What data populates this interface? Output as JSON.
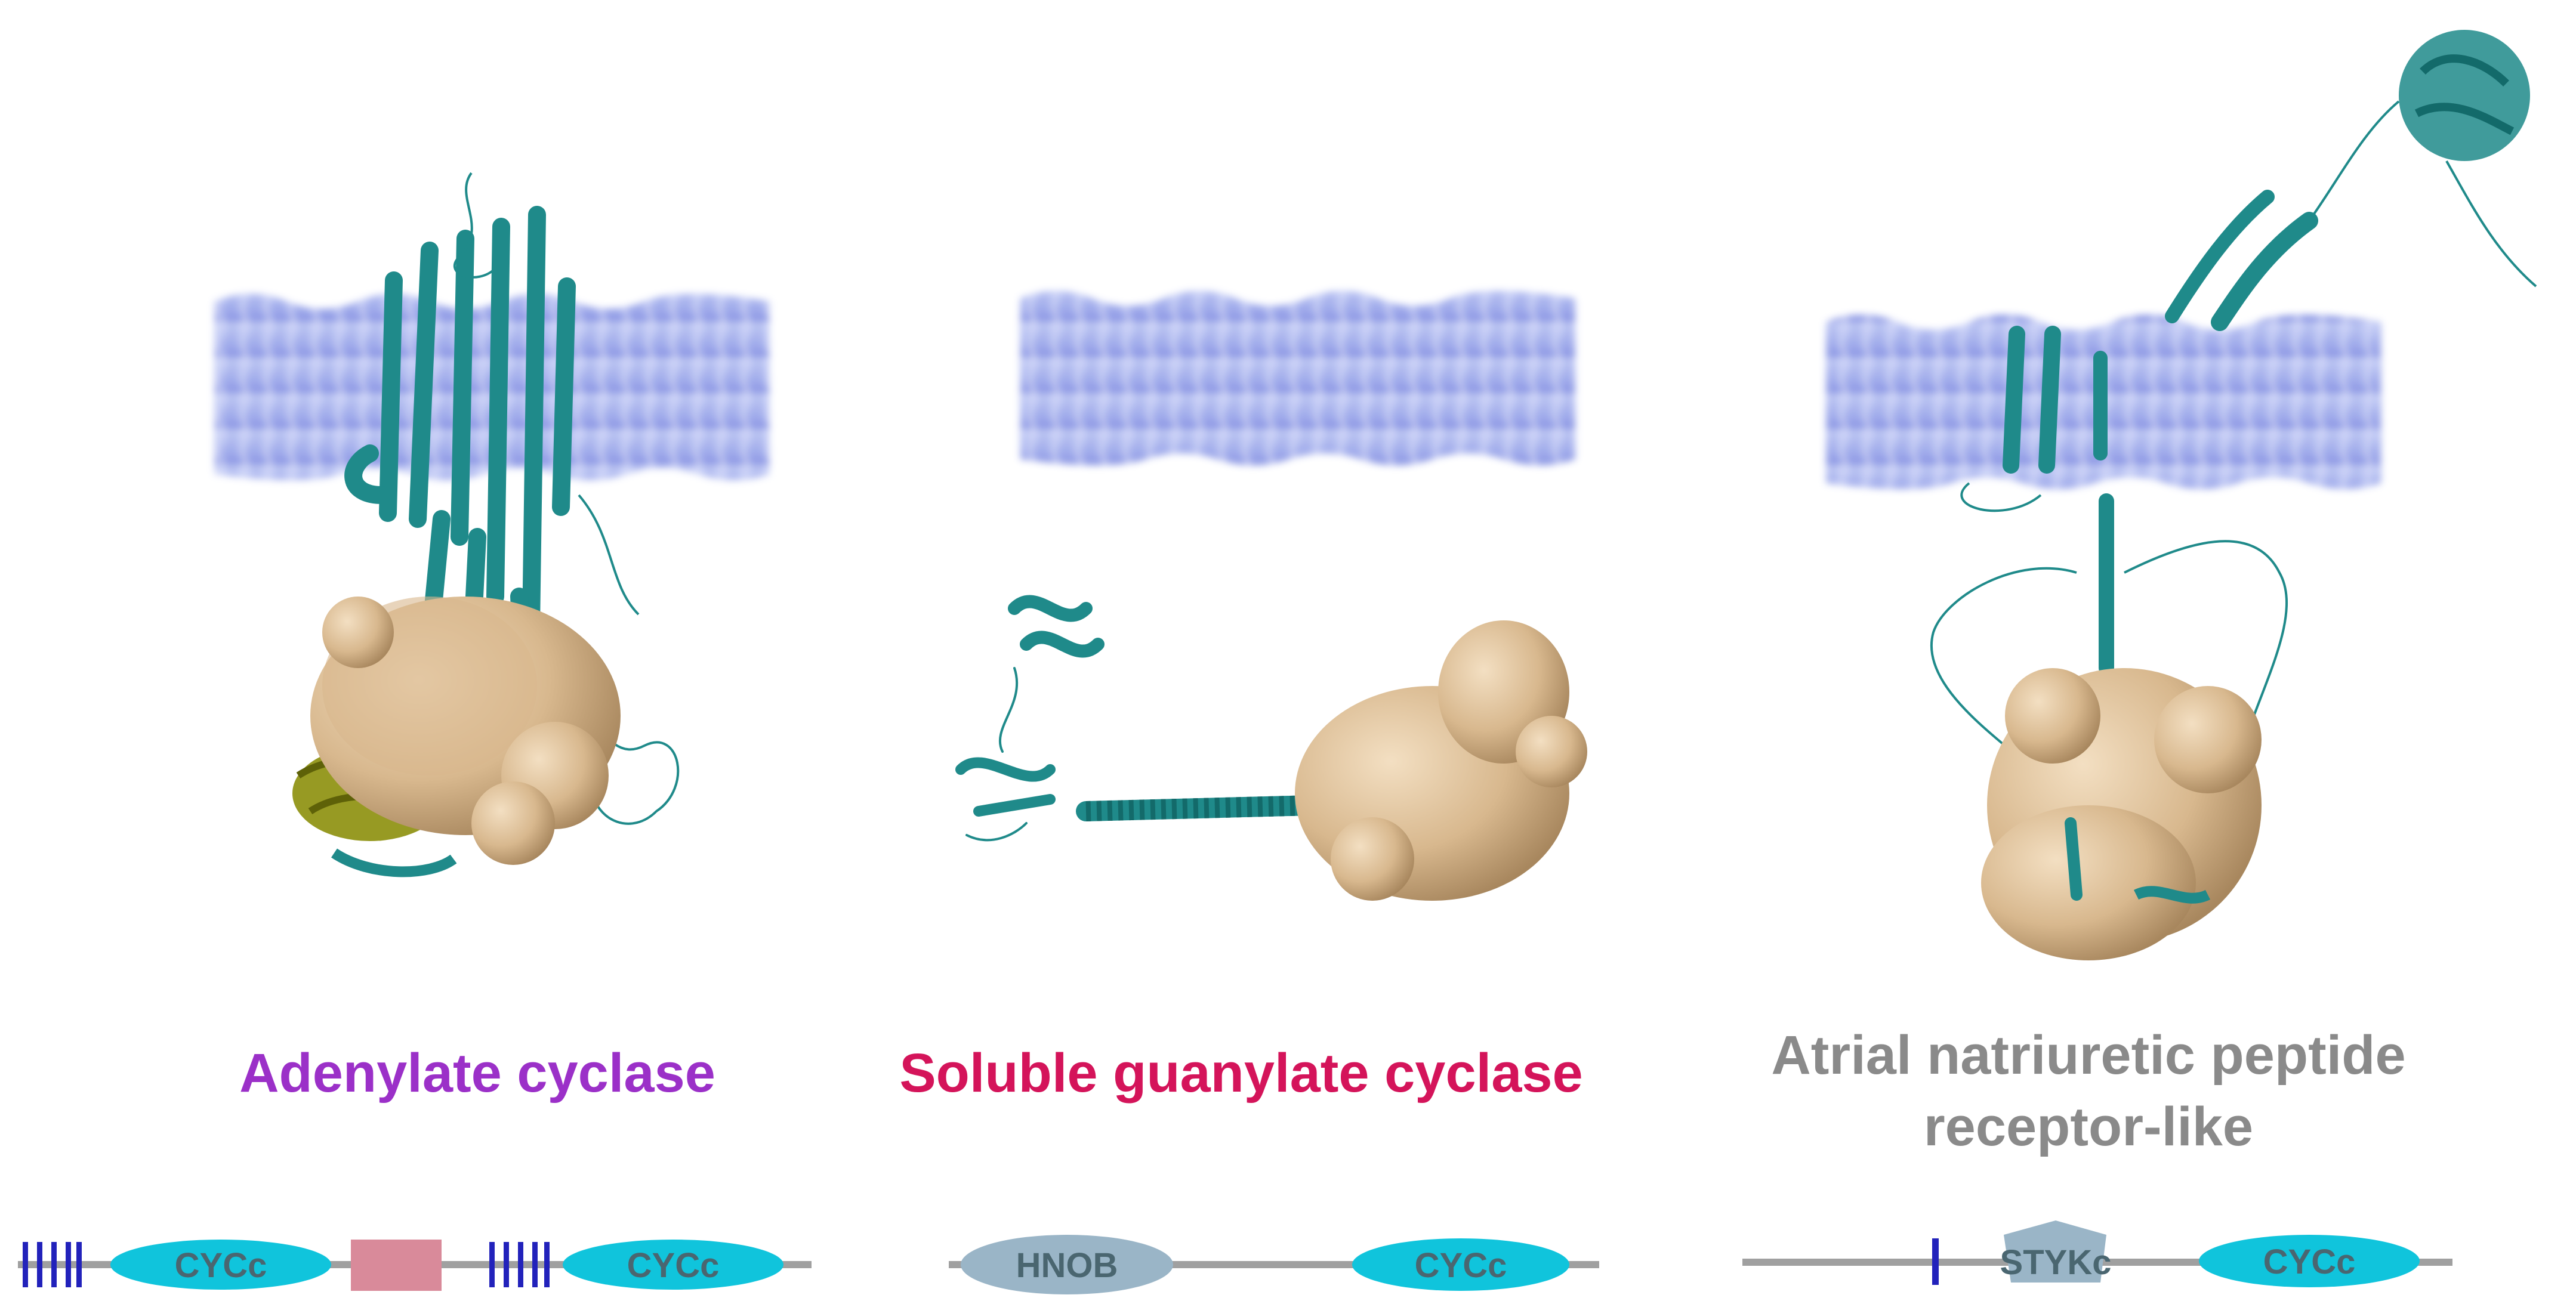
{
  "colors": {
    "membrane": "#a9b4ef",
    "membrane_dark": "#6f7fd8",
    "helix": "#1f8a8a",
    "helix_dark": "#136a6a",
    "spheres": "#d8b88e",
    "spheres_dark": "#b08d63",
    "olive": "#8c8f0b",
    "line": "#a0a0a0",
    "tm_bar": "#2222bb",
    "cycc": "#10c4dc",
    "hnob": "#9ab5c7",
    "stykc": "#9ab5c7",
    "pink_box": "#d98a9a"
  },
  "panels": [
    {
      "title": "Adenylate cyclase",
      "title_color": "#9b30c8",
      "domains": [
        {
          "kind": "oval",
          "label": "CYCc"
        },
        {
          "kind": "box",
          "label": ""
        },
        {
          "kind": "oval",
          "label": "CYCc"
        }
      ]
    },
    {
      "title": "Soluble guanylate cyclase",
      "title_color": "#d4145a",
      "domains": [
        {
          "kind": "oval",
          "label": "HNOB"
        },
        {
          "kind": "oval",
          "label": "CYCc"
        }
      ]
    },
    {
      "title_line1": "Atrial natriuretic peptide",
      "title_line2": "receptor-like",
      "title_color": "#8a8a8a",
      "domains": [
        {
          "kind": "pentagon",
          "label": "STYKc"
        },
        {
          "kind": "oval",
          "label": "CYCc"
        }
      ]
    }
  ]
}
